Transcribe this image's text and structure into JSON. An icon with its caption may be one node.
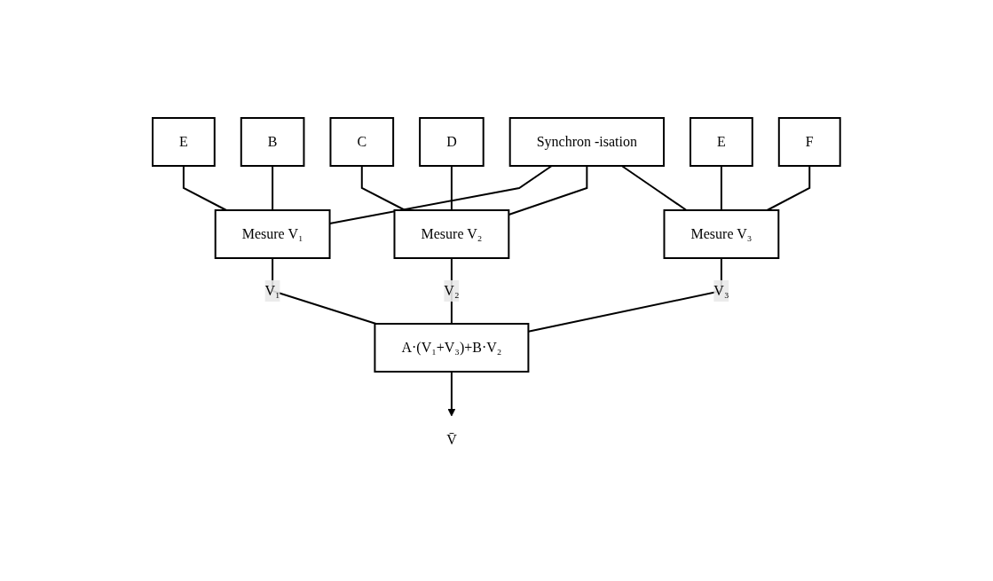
{
  "diagram": {
    "nodes": [
      {
        "text": [
          "E"
        ]
      },
      {
        "text": [
          "B"
        ]
      },
      {
        "text": [
          "C"
        ]
      },
      {
        "text": [
          "D"
        ]
      },
      {
        "text": [
          "E"
        ]
      },
      {
        "text": [
          "F"
        ]
      },
      {
        "text": [
          "Mesure V₁"
        ]
      },
      {
        "text": [
          "Mesure V₂"
        ]
      },
      {
        "text": [
          "Mesure V₃"
        ]
      },
      {
        "text": [
          "Synchron -isation"
        ]
      },
      {
        "text": [
          "A·(V₁+V₃)+B·V₂"
        ]
      },
      {
        "text": [
          "V̄"
        ]
      }
    ],
    "edges": [
      {
        "from": 0,
        "to": 6,
        "arrow": "none"
      },
      {
        "from": 1,
        "to": 6,
        "arrow": "none"
      },
      {
        "from": 2,
        "to": 7,
        "arrow": "none"
      },
      {
        "from": 3,
        "to": 7,
        "arrow": "none"
      },
      {
        "from": 4,
        "to": 8,
        "arrow": "none"
      },
      {
        "from": 5,
        "to": 8,
        "arrow": "none"
      },
      {
        "from": 9,
        "to": 6,
        "arrow": "none"
      },
      {
        "from": 9,
        "to": 7,
        "arrow": "none"
      },
      {
        "from": 9,
        "to": 8,
        "arrow": "none"
      },
      {
        "from": 6,
        "to": 10,
        "label": "V₁",
        "arrow": "none"
      },
      {
        "from": 7,
        "to": 10,
        "label": "V₂",
        "arrow": "none"
      },
      {
        "from": 8,
        "to": 10,
        "label": "V₃",
        "arrow": "none"
      },
      {
        "from": 10,
        "to": 11,
        "arrow": "to"
      }
    ]
  }
}
